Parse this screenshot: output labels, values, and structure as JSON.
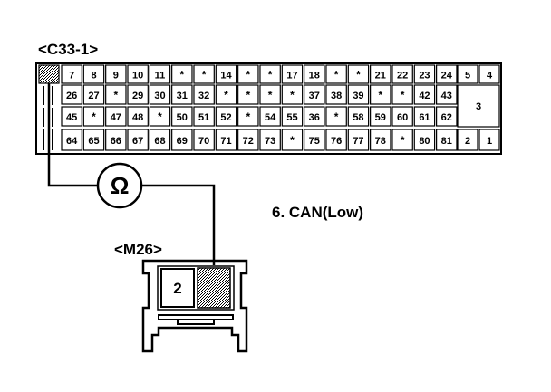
{
  "connector_c33": {
    "label": "<C33-1>",
    "rows": [
      [
        "7",
        "8",
        "9",
        "10",
        "11",
        "*",
        "*",
        "14",
        "*",
        "*",
        "17",
        "18",
        "*",
        "*",
        "21",
        "22",
        "23",
        "24"
      ],
      [
        "26",
        "27",
        "*",
        "29",
        "30",
        "31",
        "32",
        "*",
        "*",
        "*",
        "*",
        "37",
        "38",
        "39",
        "*",
        "*",
        "42",
        "43"
      ],
      [
        "45",
        "*",
        "47",
        "48",
        "*",
        "50",
        "51",
        "52",
        "*",
        "54",
        "55",
        "36",
        "*",
        "58",
        "59",
        "60",
        "61",
        "62"
      ],
      [
        "64",
        "65",
        "66",
        "67",
        "68",
        "69",
        "70",
        "71",
        "72",
        "73",
        "*",
        "75",
        "76",
        "77",
        "78",
        "*",
        "80",
        "81"
      ]
    ],
    "right_top": [
      "5",
      "4"
    ],
    "right_mid": "3",
    "right_bottom": [
      "2",
      "1"
    ]
  },
  "connector_m26": {
    "label": "<M26>",
    "pin_label": "2"
  },
  "meter": {
    "symbol": "Ω"
  },
  "caption": "6. CAN(Low)"
}
